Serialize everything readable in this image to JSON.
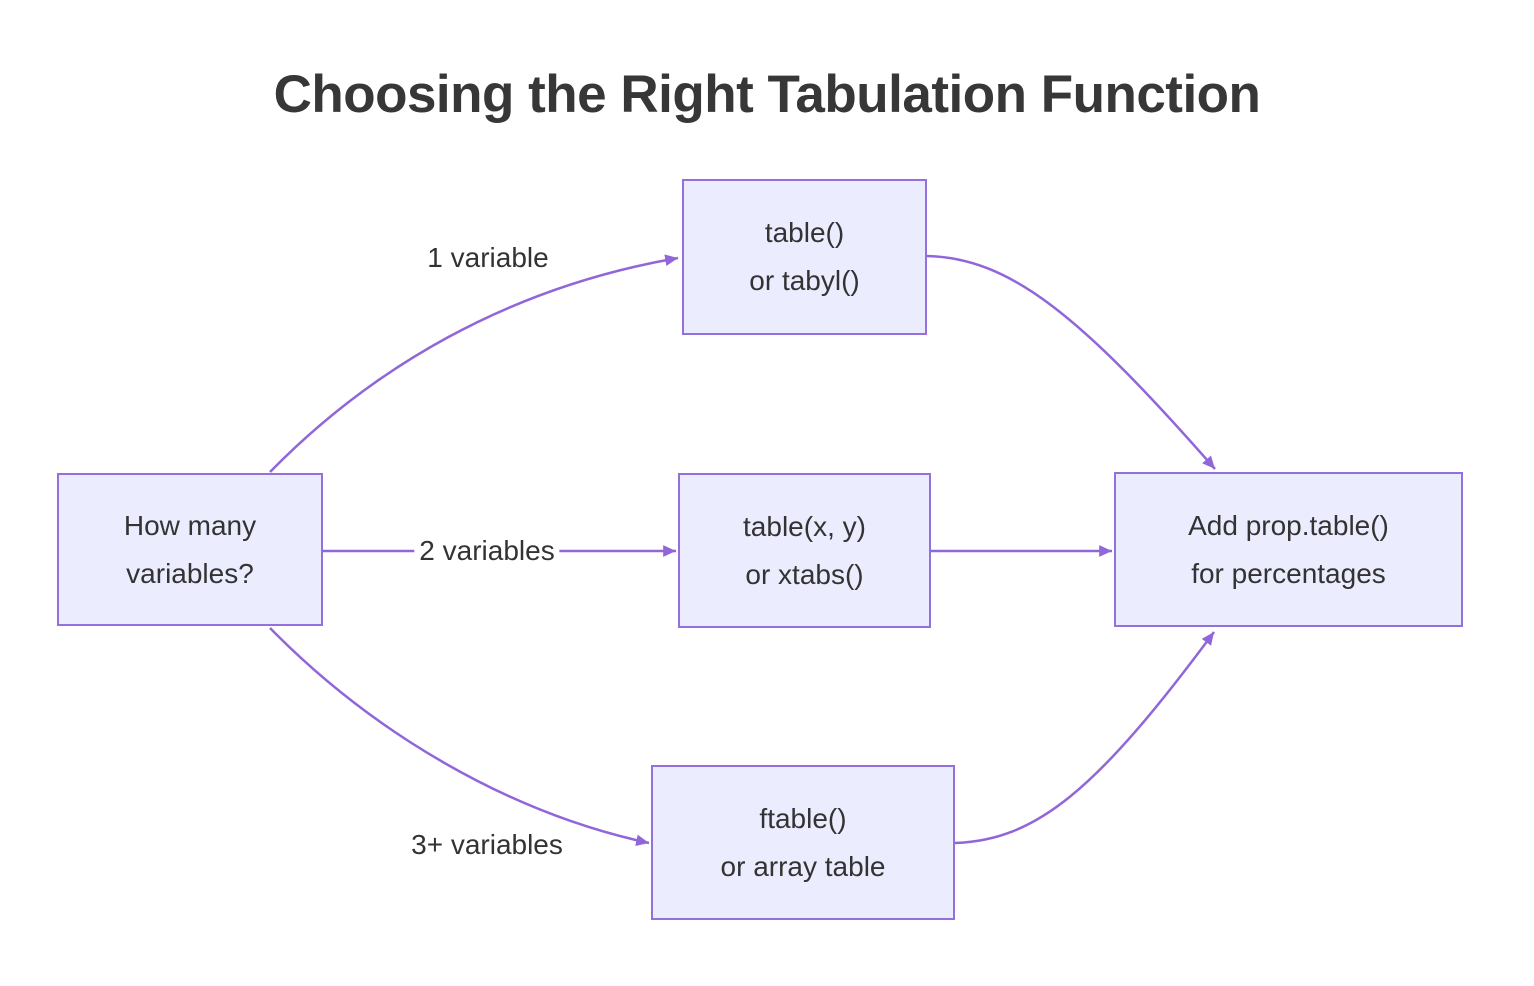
{
  "title": "Choosing the Right Tabulation Function",
  "colors": {
    "background": "#ffffff",
    "node_fill": "#ECECFF",
    "node_border": "#9370DB",
    "edge": "#9166D9",
    "text": "#333333",
    "title_text": "#373737"
  },
  "nodes": {
    "decision": {
      "line1": "How many",
      "line2": "variables?"
    },
    "one_var": {
      "line1": "table()",
      "line2": "or tabyl()"
    },
    "two_var": {
      "line1": "table(x, y)",
      "line2": "or xtabs()"
    },
    "three_var": {
      "line1": "ftable()",
      "line2": "or array table"
    },
    "result": {
      "line1": "Add prop.table()",
      "line2": "for percentages"
    }
  },
  "edge_labels": {
    "one": "1 variable",
    "two": "2 variables",
    "three": "3+ variables"
  }
}
